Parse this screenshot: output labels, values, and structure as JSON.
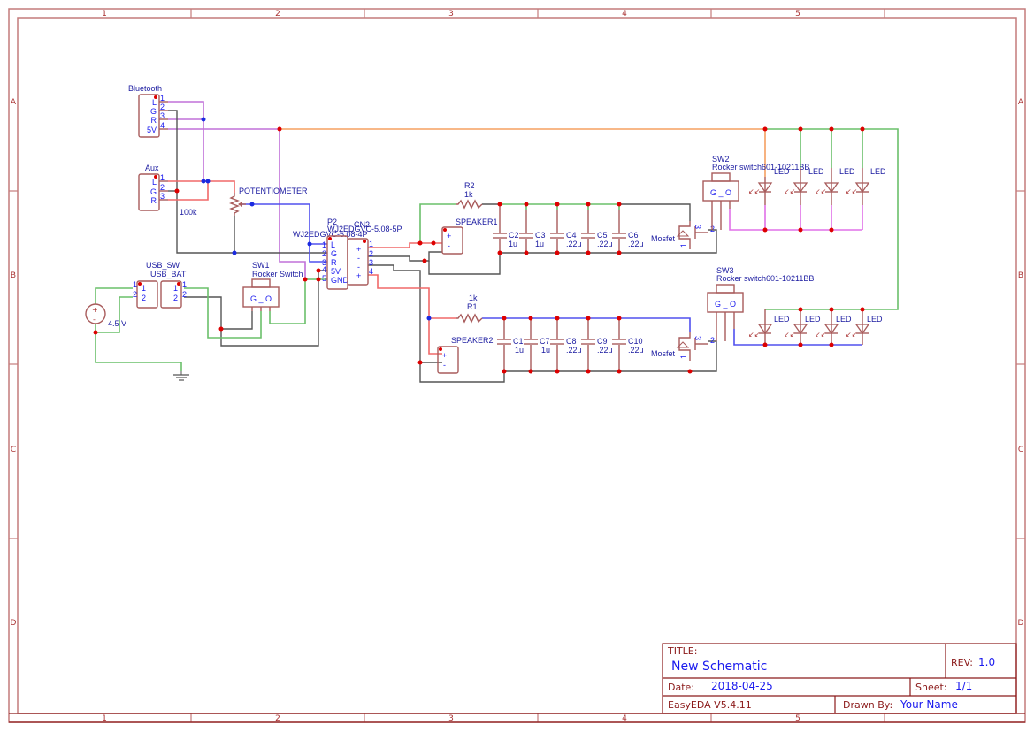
{
  "sheet": {
    "columns": [
      "1",
      "2",
      "3",
      "4",
      "5"
    ],
    "rows": [
      "A",
      "B",
      "C",
      "D"
    ]
  },
  "title_block": {
    "title_label": "TITLE:",
    "title": "New Schematic",
    "rev_label": "REV:",
    "rev": "1.0",
    "date_label": "Date:",
    "date": "2018-04-25",
    "sheet_label": "Sheet:",
    "sheet": "1/1",
    "software": "EasyEDA V5.4.11",
    "drawn_by_label": "Drawn By:",
    "drawn_by": "Your Name"
  },
  "components": {
    "bluetooth": {
      "name": "Bluetooth",
      "pins": [
        "1",
        "2",
        "3",
        "4"
      ],
      "pin_names": [
        "L",
        "G",
        "R",
        "5V"
      ]
    },
    "aux": {
      "name": "Aux",
      "pins": [
        "1",
        "2",
        "3"
      ],
      "pin_names": [
        "L",
        "G",
        "R"
      ]
    },
    "potentiometer": {
      "name": "POTENTIOMETER",
      "value": "100k"
    },
    "p2": {
      "ref": "P2",
      "part": "WJ2EDGVC-5.08-4P",
      "part_overlap": "WJ2EDGVC-5.08-5P",
      "pins": [
        "1",
        "2",
        "3",
        "4",
        "5"
      ],
      "pin_names": [
        "L",
        "G",
        "R",
        "5V",
        "GND"
      ]
    },
    "cn2": {
      "ref": "CN2",
      "pins": [
        "1",
        "2",
        "3",
        "4"
      ],
      "pin_signs": [
        "+",
        "-",
        "-",
        "+"
      ]
    },
    "usb_sw": {
      "name": "USB_SW",
      "pins": [
        "1",
        "2"
      ]
    },
    "usb_bat": {
      "name": "USB_BAT",
      "pins": [
        "1",
        "2"
      ]
    },
    "battery": {
      "value": "4.5 V",
      "plus": "+",
      "minus": "-"
    },
    "sw1": {
      "ref": "SW1",
      "part": "Rocker Switch",
      "pins_label": "G _ O"
    },
    "sw2": {
      "ref": "SW2",
      "part": "Rocker switch601-10211BB",
      "pins_label": "G _ O"
    },
    "sw3": {
      "ref": "SW3",
      "part": "Rocker switch601-10211BB",
      "pins_label": "G _ O"
    },
    "speaker1": {
      "name": "SPEAKER1",
      "plus": "+",
      "minus": "-"
    },
    "speaker2": {
      "name": "SPEAKER2",
      "plus": "+",
      "minus": "-"
    },
    "r2": {
      "ref": "R2",
      "value": "1k"
    },
    "r1": {
      "ref": "R1",
      "value": "1k"
    },
    "caps_top": [
      {
        "ref": "C2",
        "value": "1u"
      },
      {
        "ref": "C3",
        "value": "1u"
      },
      {
        "ref": "C4",
        "value": ".22u"
      },
      {
        "ref": "C5",
        "value": ".22u"
      },
      {
        "ref": "C6",
        "value": ".22u"
      }
    ],
    "caps_bottom": [
      {
        "ref": "C1",
        "value": "1u"
      },
      {
        "ref": "C7",
        "value": "1u"
      },
      {
        "ref": "C8",
        "value": ".22u"
      },
      {
        "ref": "C9",
        "value": ".22u"
      },
      {
        "ref": "C10",
        "value": ".22u"
      }
    ],
    "mosfet_top": {
      "name": "Mosfet",
      "pin_gate": "2",
      "pin_drain": "3",
      "pin_source": "1"
    },
    "mosfet_bottom": {
      "name": "Mosfet",
      "pin_gate": "2",
      "pin_drain": "3",
      "pin_source": "1"
    },
    "leds_top": [
      "LED",
      "LED",
      "LED",
      "LED"
    ],
    "leds_bottom": [
      "LED",
      "LED",
      "LED",
      "LED"
    ]
  },
  "colors": {
    "frame": "#c47b7b",
    "part": "#a85b5b",
    "label": "#1a1aa0",
    "junction": "#dd0000"
  }
}
